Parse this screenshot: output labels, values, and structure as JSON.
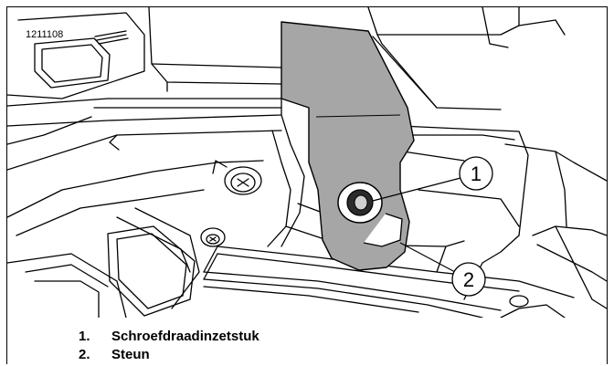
{
  "figure": {
    "id_label": "1211108",
    "callouts": [
      {
        "number": "1"
      },
      {
        "number": "2"
      }
    ]
  },
  "legend": [
    {
      "number": "1.",
      "label": "Schroefdraadinzetstuk"
    },
    {
      "number": "2.",
      "label": "Steun"
    }
  ],
  "colors": {
    "line": "#000000",
    "bracket_fill": "#a6a6a6",
    "background": "#ffffff"
  }
}
